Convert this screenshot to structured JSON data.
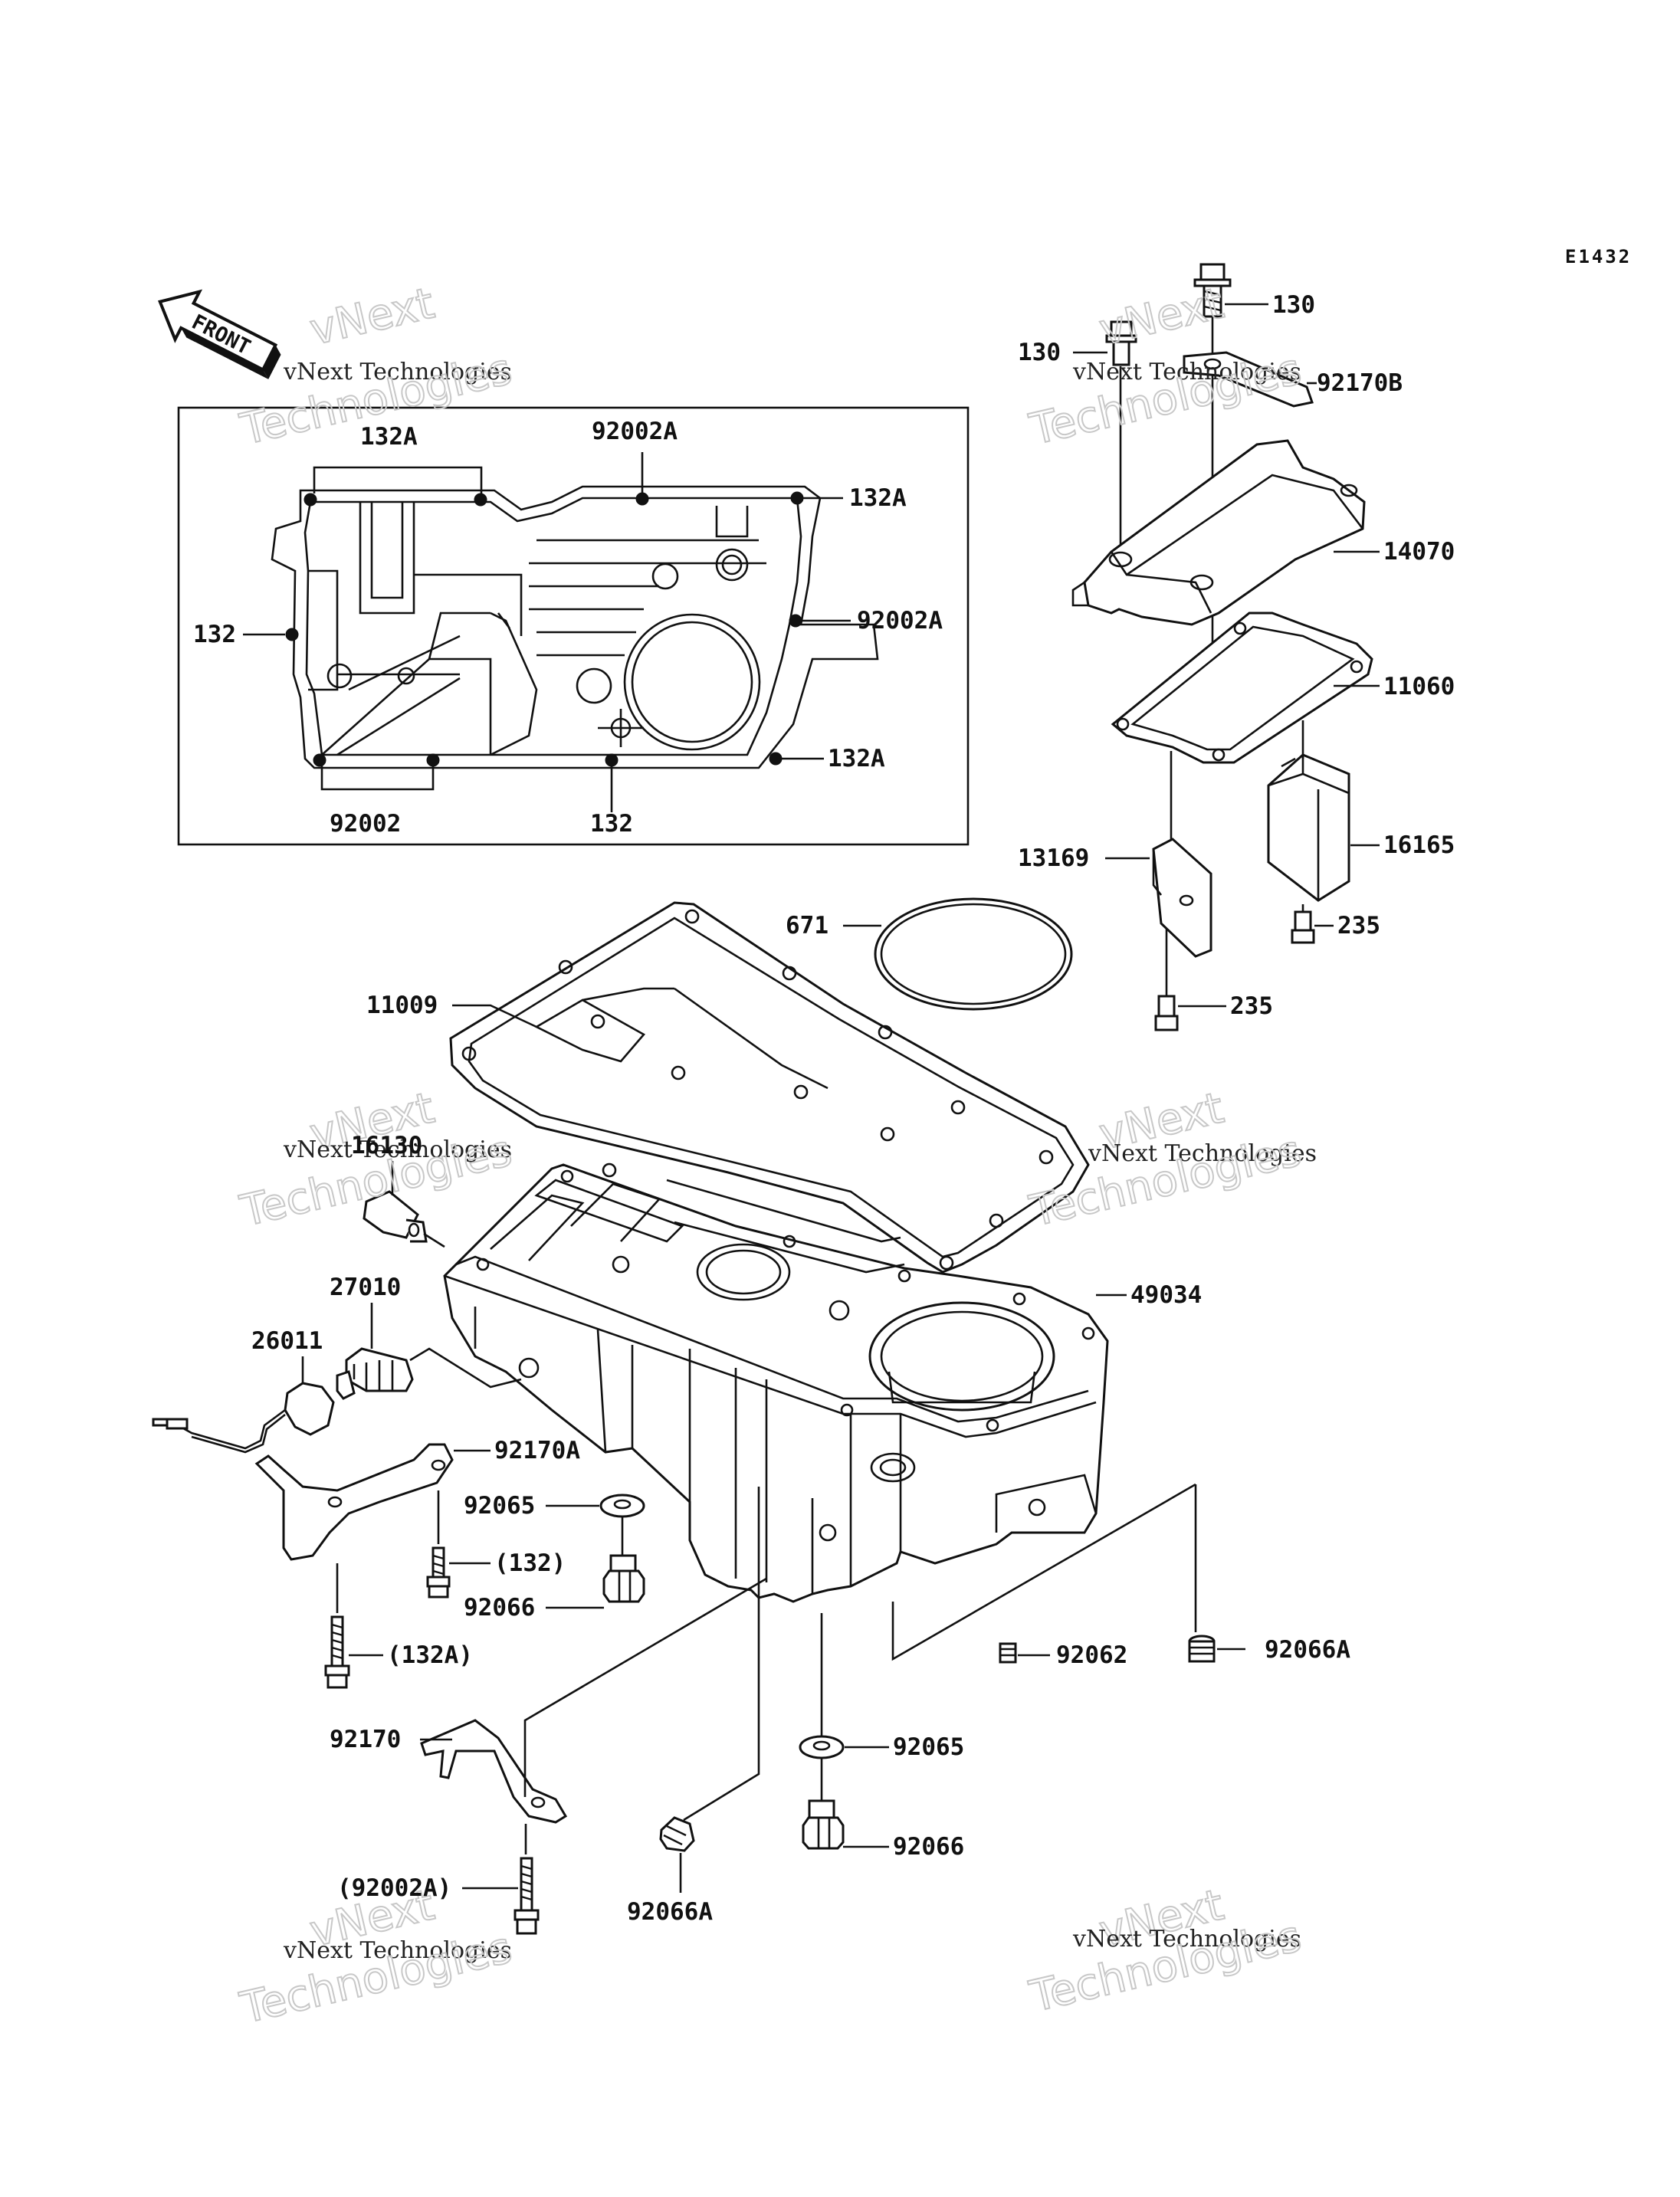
{
  "diagram_code": "E1432",
  "front_label": "FRONT",
  "watermark": {
    "line1": "vNext",
    "line2": "vNext Technologies",
    "line3": "Technologies"
  },
  "labels": {
    "p132A_top": "132A",
    "p92002A_top": "92002A",
    "p132A_r1": "132A",
    "p132_left": "132",
    "p92002A_r": "92002A",
    "p132A_r2": "132A",
    "p92002_bottom": "92002",
    "p132_bottom": "132",
    "p130_a": "130",
    "p130_b": "130",
    "p92170B": "92170B",
    "p14070": "14070",
    "p11060": "11060",
    "p13169": "13169",
    "p16165": "16165",
    "p235_a": "235",
    "p235_b": "235",
    "p671": "671",
    "p11009": "11009",
    "p16130": "16130",
    "p27010": "27010",
    "p26011": "26011",
    "p49034": "49034",
    "p92170A": "92170A",
    "p92065_a": "92065",
    "p132_paren": "(132)",
    "p92066_a": "92066",
    "p132A_paren": "(132A)",
    "p92062": "92062",
    "p92066A_a": "92066A",
    "p92170": "92170",
    "p92065_b": "92065",
    "p92066_b": "92066",
    "p92002A_paren": "(92002A)",
    "p92066A_b": "92066A"
  }
}
